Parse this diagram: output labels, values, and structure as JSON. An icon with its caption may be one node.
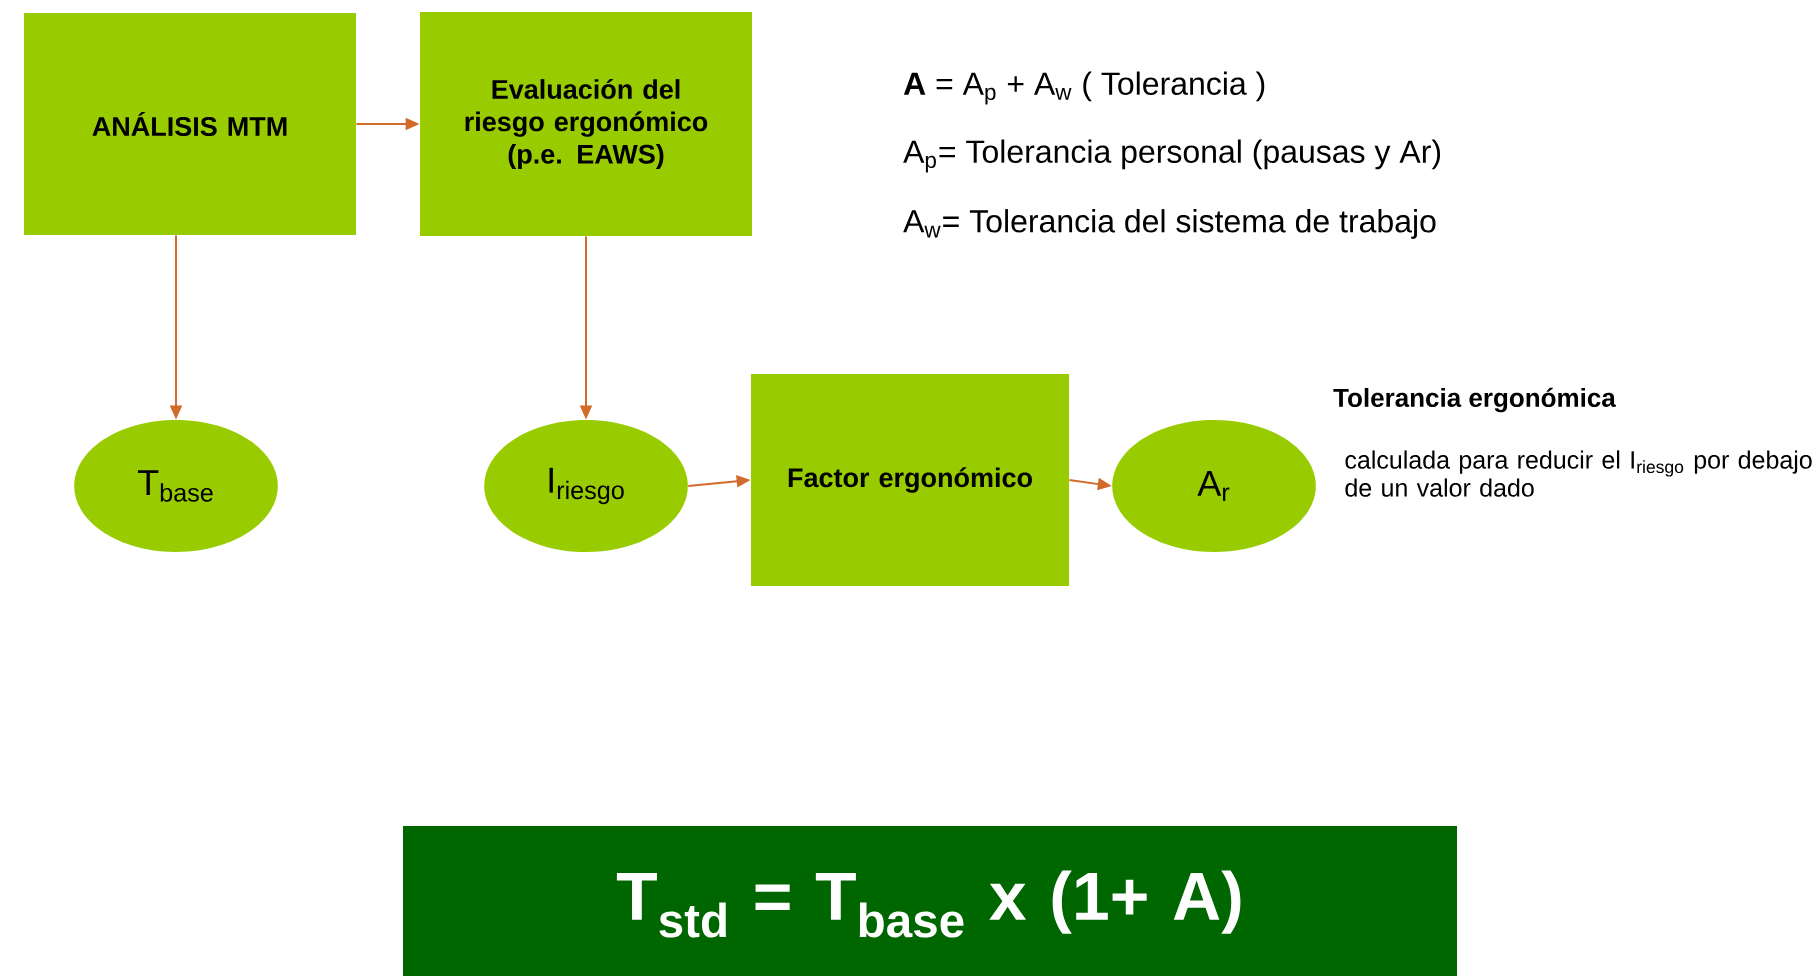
{
  "diagram": {
    "nodes": [
      {
        "text": [
          "ANÁLISIS MTM"
        ]
      },
      {
        "text": [
          "Evaluación del riesgo ergonómico (p.e. EAWS)"
        ]
      },
      {
        "text": [
          "T$_{base}$"
        ]
      },
      {
        "text": [
          "I$_{riesgo}$"
        ]
      },
      {
        "text": [
          "Factor ergonómico"
        ]
      },
      {
        "text": [
          "A$_{r}$"
        ],
        "beside": [
          "Tolerancia ergonómica",
          "calculada para reducir el I$_{riesgo}$ por debajo de un valor dado"
        ]
      },
      {
        "text": [
          "T$_{std}$ = T$_{base}$ x (1+ A)"
        ]
      }
    ],
    "edges": [
      {
        "from": 0,
        "to": 1,
        "arrow": "to"
      },
      {
        "from": 0,
        "to": 2,
        "arrow": "to"
      },
      {
        "from": 1,
        "to": 3,
        "arrow": "to"
      },
      {
        "from": 3,
        "to": 4,
        "arrow": "to"
      },
      {
        "from": 4,
        "to": 5,
        "arrow": "to"
      }
    ],
    "labels": [
      "**A** = A$_{p}$ + A$_{w}$ ( Tolerancia )",
      "A$_{p}$= Tolerancia personal (pausas y Ar)",
      "A$_{w}$= Tolerancia del sistema de trabajo"
    ]
  }
}
